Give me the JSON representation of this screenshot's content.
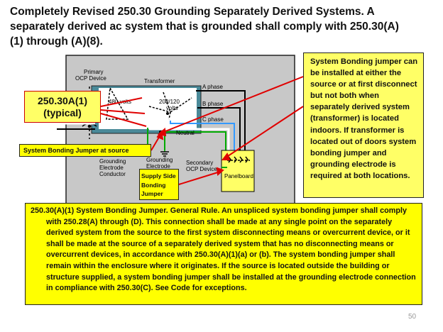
{
  "title": "Completely Revised 250.30 Grounding Separately  Derived Systems.  A separately derived ac system that is grounded shall comply with 250.30(A)(1) through (A)(8).",
  "diagram": {
    "primary_ocp_line1": "Primary",
    "primary_ocp_line2": "OCP Device",
    "transformer": "Transformer",
    "primary_voltage": "480 volts",
    "secondary_voltage_line1": "208/120",
    "secondary_voltage_line2": "volts",
    "a_phase": "A phase",
    "b_phase": "B phase",
    "c_phase": "C phase",
    "neutral": "Neutral",
    "grounding_electrode_line1": "Grounding",
    "grounding_electrode_line2": "Electrode",
    "gec_line1": "Grounding",
    "gec_line2": "Electrode",
    "gec_line3": "Conductor",
    "secondary_ocp_line1": "Secondary",
    "secondary_ocp_line2": "OCP Device",
    "panelboard": "Panelboard"
  },
  "callouts": {
    "reference_line1": "250.30A(1)",
    "reference_line2": "(typical)",
    "sbj_at_source": "System Bonding Jumper at source",
    "supply_side_line1": "Supply Side",
    "supply_side_line2": "Bonding",
    "supply_side_line3": "Jumper",
    "right_note": "System Bonding jumper can be installed at either the source or at first disconnect but not both when separately derived system (transformer) is located indoors.  If transformer is located out of doors system bonding jumper and grounding electrode is required at both locations.",
    "main_note": "250.30(A)(1) System Bonding Jumper. General Rule.  An unspliced system bonding jumper shall comply with 250.28(A) through (D). This connection shall be made at any single point on the separately derived system from the source to the first system disconnecting means or overcurrent device, or it shall be made at the source of a separately derived system that has no disconnecting  means or overcurrent devices, in accordance with 250.30(A)(1)(a) or (b). The system bonding jumper shall remain within the enclosure where it originates. If the source is located outside the building or structure supplied, a system bonding jumper shall be installed at the grounding electrode connection in compliance with 250.30(C).  See Code for exceptions."
  },
  "colors": {
    "background_panel": "#c8c8c8",
    "transformer_fill": "#4a8a99",
    "callout_yellow": "#ffff00",
    "callout_light_yellow": "#ffff66",
    "arrow_red": "#e00000",
    "neutral_white": "#ffffff",
    "ground_green": "#00aa00",
    "c_phase_blue": "#3399ff"
  },
  "slide_number": "50"
}
